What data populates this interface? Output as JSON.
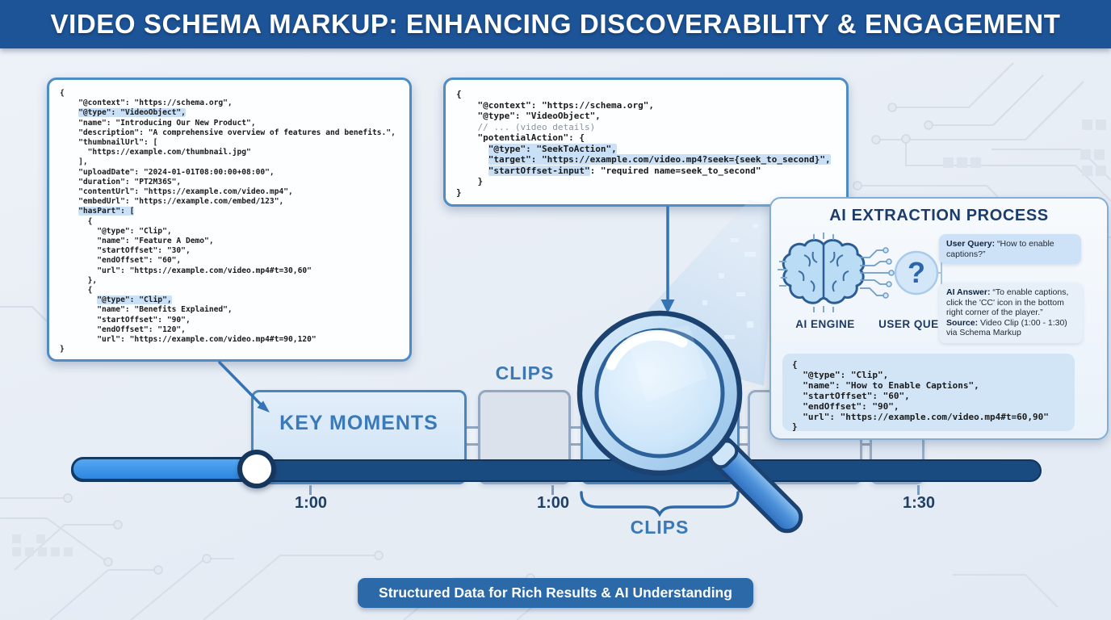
{
  "header": {
    "title": "VIDEO SCHEMA MARKUP: ENHANCING DISCOVERABILITY & ENGAGEMENT"
  },
  "code_left": {
    "lines": [
      [
        {
          "t": "{"
        }
      ],
      [
        {
          "t": "    \"@context\": \"https://schema.org\","
        }
      ],
      [
        {
          "t": "    "
        },
        {
          "t": "\"@type\": \"VideoObject\",",
          "hl": true
        }
      ],
      [
        {
          "t": "    \"name\": \"Introducing Our New Product\","
        }
      ],
      [
        {
          "t": "    \"description\": \"A comprehensive overview of features and benefits.\","
        }
      ],
      [
        {
          "t": "    \"thumbnailUrl\": ["
        }
      ],
      [
        {
          "t": "      \"https://example.com/thumbnail.jpg\""
        }
      ],
      [
        {
          "t": "    ],"
        }
      ],
      [
        {
          "t": "    \"uploadDate\": \"2024-01-01T08:00:00+08:00\","
        }
      ],
      [
        {
          "t": "    \"duration\": \"PT2M36S\","
        }
      ],
      [
        {
          "t": "    \"contentUrl\": \"https://example.com/video.mp4\","
        }
      ],
      [
        {
          "t": "    \"embedUrl\": \"https://example.com/embed/123\","
        }
      ],
      [
        {
          "t": "    "
        },
        {
          "t": "\"hasPart\": [",
          "hl": true
        }
      ],
      [
        {
          "t": "      {"
        }
      ],
      [
        {
          "t": "        \"@type\": \"Clip\","
        }
      ],
      [
        {
          "t": "        \"name\": \"Feature A Demo\","
        }
      ],
      [
        {
          "t": "        \"startOffset\": \"30\","
        }
      ],
      [
        {
          "t": "        \"endOffset\": \"60\","
        }
      ],
      [
        {
          "t": "        \"url\": \"https://example.com/video.mp4#t=30,60\""
        }
      ],
      [
        {
          "t": "      },"
        }
      ],
      [
        {
          "t": "      {"
        }
      ],
      [
        {
          "t": "        "
        },
        {
          "t": "\"@type\": \"Clip\",",
          "hl": true
        }
      ],
      [
        {
          "t": "        \"name\": \"Benefits Explained\","
        }
      ],
      [
        {
          "t": "        \"startOffset\": \"90\","
        }
      ],
      [
        {
          "t": "        \"endOffset\": \"120\","
        }
      ],
      [
        {
          "t": "        \"url\": \"https://example.com/video.mp4#t=90,120\""
        }
      ],
      [
        {
          "t": "}"
        }
      ]
    ]
  },
  "code_right": {
    "lines": [
      [
        {
          "t": "{"
        }
      ],
      [
        {
          "t": "    \"@context\": \"https://schema.org\","
        }
      ],
      [
        {
          "t": "    \"@type\": \"VideoObject\","
        }
      ],
      [
        {
          "t": "    "
        },
        {
          "t": "// ... (video details)",
          "c": true
        }
      ],
      [
        {
          "t": "    \"potentialAction\": {"
        }
      ],
      [
        {
          "t": "      "
        },
        {
          "t": "\"@type\": \"SeekToAction\",",
          "hl": true
        }
      ],
      [
        {
          "t": "      "
        },
        {
          "t": "\"target\": \"https://example.com/video.mp4?seek={seek_to_second}\",",
          "hl": true
        }
      ],
      [
        {
          "t": "      "
        },
        {
          "t": "\"startOffset-input\"",
          "hl": true
        },
        {
          "t": ": \"required name=seek_to_second\""
        }
      ],
      [
        {
          "t": "    }"
        }
      ],
      [
        {
          "t": "}"
        }
      ]
    ]
  },
  "ai_panel": {
    "title": "AI EXTRACTION PROCESS",
    "ai_engine_label": "AI ENGINE",
    "user_query_label": "USER QUERY",
    "question_mark": "?",
    "user_query_bubble": {
      "label": "User Query:",
      "text": " “How to enable captions?”"
    },
    "ai_answer_bubble": {
      "label": "AI Answer:",
      "text": " “To enable captions, click the 'CC' icon in the bottom right corner of the player.”",
      "source_label": "Source:",
      "source_text": " Video Clip (1:00 - 1:30) via Schema Markup"
    },
    "clip_code": {
      "lines": [
        [
          {
            "t": "{"
          }
        ],
        [
          {
            "t": "  \"@type\": \"Clip\","
          }
        ],
        [
          {
            "t": "  \"name\": \"How to Enable Captions\","
          }
        ],
        [
          {
            "t": "  \"startOffset\": \"60\","
          }
        ],
        [
          {
            "t": "  \"endOffset\": \"90\","
          }
        ],
        [
          {
            "t": "  \"url\": \"https://example.com/video.mp4#t=60,90\""
          }
        ],
        [
          {
            "t": "}"
          }
        ]
      ]
    }
  },
  "timeline": {
    "clips_top_label": "CLIPS",
    "key_moments_label": "KEY MOMENTS",
    "clips_bottom_label": "CLIPS",
    "ticks": [
      "1:00",
      "1:00",
      "1:30"
    ]
  },
  "footer": {
    "banner": "Structured Data for Rich Results & AI Understanding"
  },
  "colors": {
    "header_bg": "#1d5497",
    "accent_blue": "#3474b4",
    "code_highlight": "#c9e0f6",
    "bar_dark": "#1a4b80",
    "bar_played": "#3e93e8",
    "key_box_fill": "#d7e7f7",
    "clip_box_fill": "#aed4f3",
    "panel_border": "#85add2",
    "banner_bg": "#2b69a9"
  }
}
